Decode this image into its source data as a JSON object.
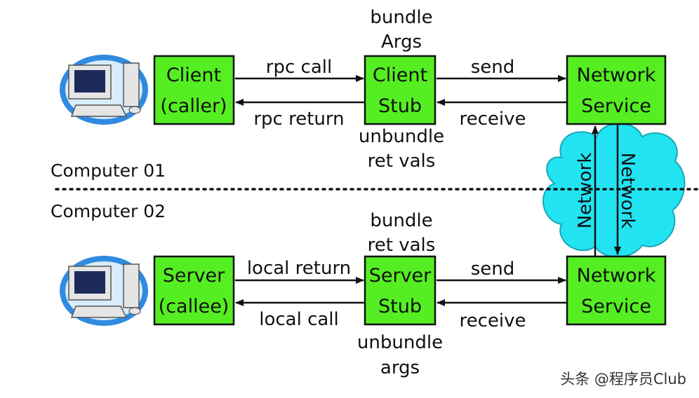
{
  "computers": {
    "top_label": "Computer 01",
    "bottom_label": "Computer 02"
  },
  "client": {
    "line1": "Client",
    "line2": "(caller)"
  },
  "client_stub": {
    "line1": "Client",
    "line2": "Stub",
    "above": [
      "bundle",
      "Args"
    ],
    "below": [
      "unbundle",
      "ret vals"
    ]
  },
  "network_service_top": {
    "line1": "Network",
    "line2": "Service"
  },
  "server": {
    "line1": "Server",
    "line2": "(callee)"
  },
  "server_stub": {
    "line1": "Server",
    "line2": "Stub",
    "above": [
      "bundle",
      "ret vals"
    ],
    "below": [
      "unbundle",
      "args"
    ]
  },
  "network_service_bottom": {
    "line1": "Network",
    "line2": "Service"
  },
  "arrows": {
    "rpc_call": "rpc call",
    "rpc_return": "rpc return",
    "send_top": "send",
    "receive_top": "receive",
    "local_return": "local return",
    "local_call": "local call",
    "send_bottom": "send",
    "receive_bottom": "receive"
  },
  "network_cloud": {
    "left_label": "Network",
    "right_label": "Network"
  },
  "watermark": "头条 @程序员Club",
  "colors": {
    "box_fill": "#55ee22",
    "cloud_fill": "#22e3f2",
    "monitor_ring": "#2f8be0"
  }
}
